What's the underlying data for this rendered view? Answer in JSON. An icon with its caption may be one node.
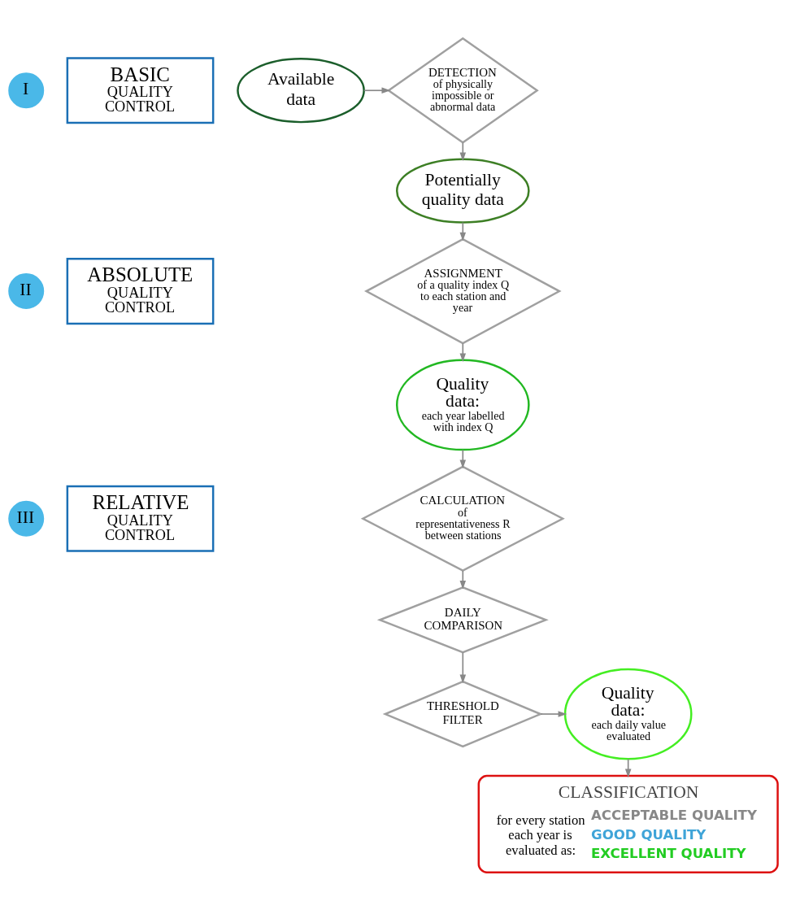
{
  "diagram": {
    "nodes": [
      {
        "text": [
          "I"
        ]
      },
      {
        "text": [
          "BASIC",
          "QUALITY CONTROL"
        ]
      },
      {
        "text": [
          "II"
        ]
      },
      {
        "text": [
          "ABSOLUTE",
          "QUALITY CONTROL"
        ]
      },
      {
        "text": [
          "III"
        ]
      },
      {
        "text": [
          "RELATIVE",
          "QUALITY CONTROL"
        ]
      },
      {
        "text": [
          "Available data"
        ]
      },
      {
        "text": [
          "DETECTION",
          "of physically impossible or abnormal data"
        ]
      },
      {
        "text": [
          "Potentially quality data"
        ]
      },
      {
        "text": [
          "ASSIGNMENT",
          "of a quality index Q to each station and year"
        ]
      },
      {
        "text": [
          "Quality data:",
          "each year labelled with index Q"
        ]
      },
      {
        "text": [
          "CALCULATION",
          "of representativeness R between stations"
        ]
      },
      {
        "text": [
          "DAILY COMPARISON"
        ]
      },
      {
        "text": [
          "THRESHOLD FILTER"
        ]
      },
      {
        "text": [
          "Quality data:",
          "each daily value evaluated"
        ]
      },
      {
        "text": [
          "CLASSIFICATION",
          "for every station each year is evaluated as:",
          "ACCEPTABLE QUALITY",
          "GOOD QUALITY",
          "EXCELLENT QUALITY"
        ]
      }
    ],
    "edges": [
      {
        "from": 6,
        "to": 7,
        "arrow": "to"
      },
      {
        "from": 7,
        "to": 8,
        "arrow": "to"
      },
      {
        "from": 8,
        "to": 9,
        "arrow": "to"
      },
      {
        "from": 9,
        "to": 10,
        "arrow": "to"
      },
      {
        "from": 10,
        "to": 11,
        "arrow": "to"
      },
      {
        "from": 11,
        "to": 12,
        "arrow": "to"
      },
      {
        "from": 12,
        "to": 13,
        "arrow": "to"
      },
      {
        "from": 13,
        "to": 14,
        "arrow": "to"
      },
      {
        "from": 14,
        "to": 15,
        "arrow": "to"
      }
    ]
  }
}
